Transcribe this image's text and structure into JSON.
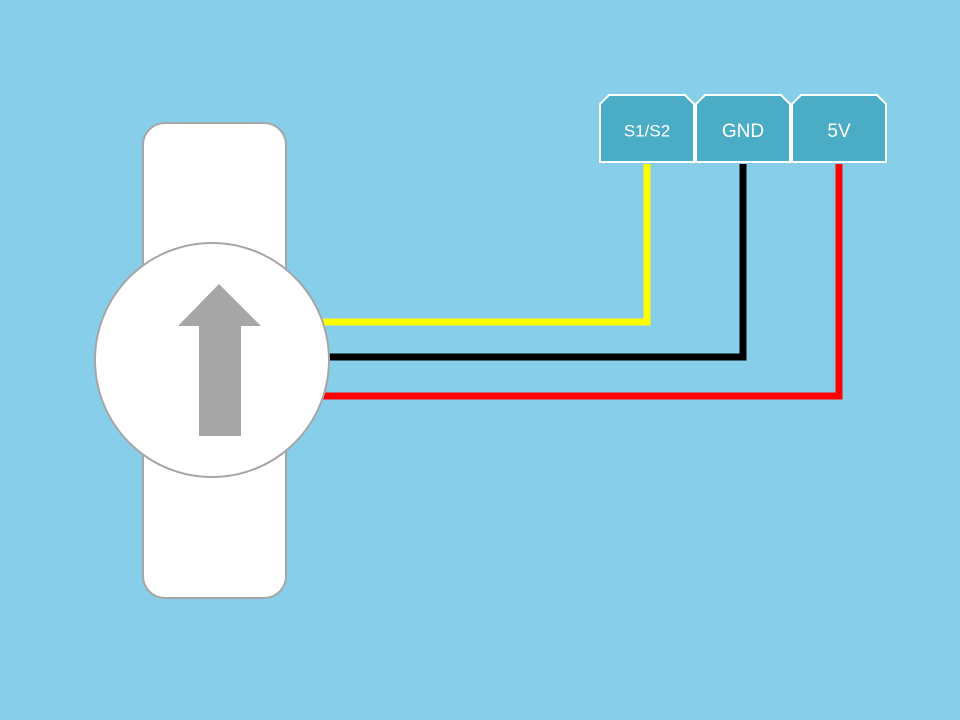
{
  "diagram": {
    "background_color": "#87CEEB",
    "servo": {
      "body_color": "#FFFFFF",
      "outline_color": "#A6A6A6",
      "arrow_color": "#A6A6A6",
      "arrow_direction": "up"
    },
    "pins": [
      {
        "label": "S1/S2",
        "wire_color": "#FFFF00"
      },
      {
        "label": "GND",
        "wire_color": "#000000"
      },
      {
        "label": "5V",
        "wire_color": "#FF0000"
      }
    ],
    "pin_fill": "#4BACC6",
    "pin_border": "#FFFFFF"
  }
}
